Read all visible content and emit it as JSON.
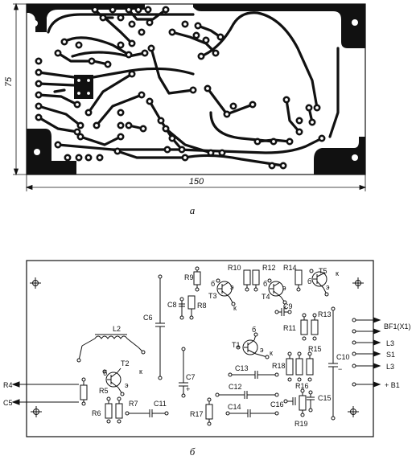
{
  "pcb": {
    "dim_height": "75",
    "dim_width": "150",
    "caption": "а"
  },
  "schematic": {
    "caption": "б",
    "components": {
      "R9": "R9",
      "R10": "R10",
      "R12": "R12",
      "R14": "R14",
      "T5": "T5",
      "T3": "T3",
      "T4": "T4",
      "C6": "C6",
      "C8": "C8",
      "R8": "R8",
      "C9": "C9",
      "R11": "R11",
      "R13": "R13",
      "L2": "L2",
      "T1": "T1",
      "R15": "R15",
      "C10": "C10",
      "T2": "T2",
      "R18": "R18",
      "C13": "C13",
      "C7": "C7",
      "R16": "R16",
      "C12": "C12",
      "C16": "C16",
      "C15": "C15",
      "R4": "R4",
      "R5": "R5",
      "C5": "C5",
      "R7": "R7",
      "C11": "C11",
      "R6": "R6",
      "R17": "R17",
      "C14": "C14",
      "R19": "R19"
    },
    "pins": {
      "b": "б",
      "e": "э",
      "k": "к",
      "plus": "+",
      "minus": "−"
    },
    "connectors_right": [
      "BF1(X1)",
      "L3",
      "S1",
      "L3",
      "+ B1"
    ],
    "connectors_left": [
      "R4",
      "C5"
    ]
  }
}
